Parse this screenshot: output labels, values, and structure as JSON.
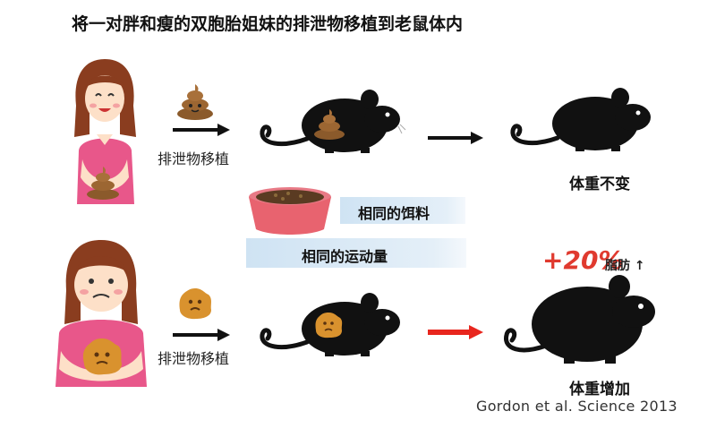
{
  "title": "将一对胖和瘦的双胞胎姐妹的排泄物移植到老鼠体内",
  "top_row": {
    "transfer_label": "排泄物移植",
    "outcome": "体重不变"
  },
  "middle": {
    "same_food": "相同的饵料",
    "same_exercise": "相同的运动量"
  },
  "bottom_row": {
    "transfer_label": "排泄物移植",
    "outcome": "体重增加",
    "increase": "+20%",
    "fat_label": "脂肪 ↑"
  },
  "citation": "Gordon et al. Science 2013",
  "colors": {
    "arrow_neutral": "#111111",
    "arrow_highlight": "#e8261e",
    "increase_text": "#e03a2f",
    "band": "#d6e7f5",
    "bowl": "#e87a86"
  },
  "icons": [
    "thin-woman-icon",
    "fat-woman-icon",
    "poop-icon",
    "gut-microbe-icon",
    "mouse-icon",
    "food-bowl-icon"
  ]
}
